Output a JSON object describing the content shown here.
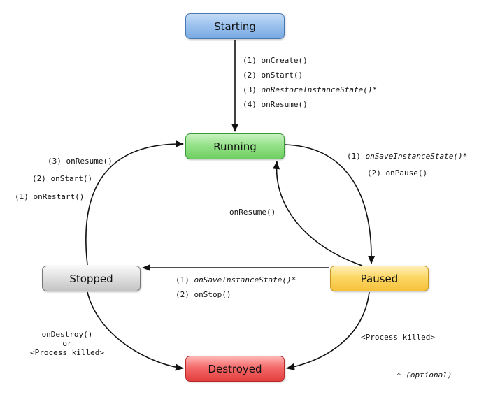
{
  "states": {
    "starting": "Starting",
    "running": "Running",
    "stopped": "Stopped",
    "paused": "Paused",
    "destroyed": "Destroyed"
  },
  "transitions": {
    "start_to_running": {
      "step1_num": "(1)",
      "step1_call": "onCreate()",
      "step2_num": "(2)",
      "step2_call": "onStart()",
      "step3_num": "(3)",
      "step3_call": "onRestoreInstanceState()",
      "step3_mark": "*",
      "step4_num": "(4)",
      "step4_call": "onResume()"
    },
    "stopped_to_running": {
      "step3_num": "(3)",
      "step3_call": "onResume()",
      "step2_num": "(2)",
      "step2_call": "onStart()",
      "step1_num": "(1)",
      "step1_call": "onRestart()"
    },
    "running_to_paused": {
      "step1_num": "(1)",
      "step1_call": "onSaveInstanceState()",
      "step1_mark": "*",
      "step2_num": "(2)",
      "step2_call": "onPause()"
    },
    "paused_to_running": {
      "call": "onResume()"
    },
    "paused_to_stopped": {
      "step1_num": "(1)",
      "step1_call": "onSaveInstanceState()",
      "step1_mark": "*",
      "step2_num": "(2)",
      "step2_call": "onStop()"
    },
    "stopped_to_destroyed": {
      "line1": "onDestroy()",
      "line2": "or",
      "line3": "<Process killed>"
    },
    "paused_to_destroyed": {
      "label": "<Process killed>"
    }
  },
  "footnote": {
    "mark": "*",
    "text": "(optional)"
  },
  "colors": {
    "starting": "#9cc3ee",
    "running": "#96e28a",
    "stopped": "#dedede",
    "paused": "#fcd765",
    "destroyed": "#f46a6a",
    "arrow": "#111111"
  }
}
